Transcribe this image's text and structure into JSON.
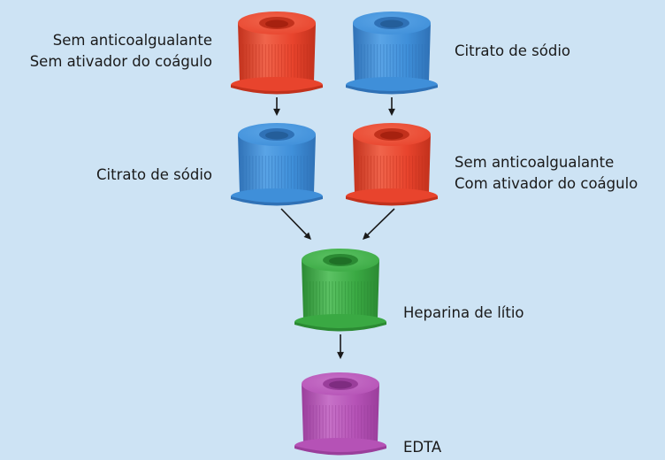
{
  "caps": [
    {
      "id": "red-top",
      "color": "red",
      "label_lines": [
        "Sem anticoalgualante",
        "Sem ativador do coágulo"
      ]
    },
    {
      "id": "blue-top",
      "color": "blue",
      "label_lines": [
        "Citrato de sódio"
      ]
    },
    {
      "id": "blue-mid",
      "color": "blue",
      "label_lines": [
        "Citrato de sódio"
      ]
    },
    {
      "id": "red-mid",
      "color": "red",
      "label_lines": [
        "Sem anticoalgualante",
        "Com ativador do coágulo"
      ]
    },
    {
      "id": "green",
      "color": "green",
      "label_lines": [
        "Heparina de lítio"
      ]
    },
    {
      "id": "purple",
      "color": "purple",
      "label_lines": [
        "EDTA"
      ]
    }
  ],
  "colors": {
    "background": "#cde3f4",
    "red": {
      "main": "#e8442d",
      "light": "#f0654c",
      "dark": "#c2311c",
      "hole": "#a6210f"
    },
    "blue": {
      "main": "#3f8fd9",
      "light": "#5aa4e6",
      "dark": "#2f71b6",
      "hole": "#245e9a"
    },
    "green": {
      "main": "#3aa943",
      "light": "#5cc264",
      "dark": "#2b8a33",
      "hole": "#1f6f26"
    },
    "purple": {
      "main": "#b552b6",
      "light": "#c772c8",
      "dark": "#9a3e9b",
      "hole": "#7e2c80"
    },
    "arrow": "#1a1a1a"
  }
}
